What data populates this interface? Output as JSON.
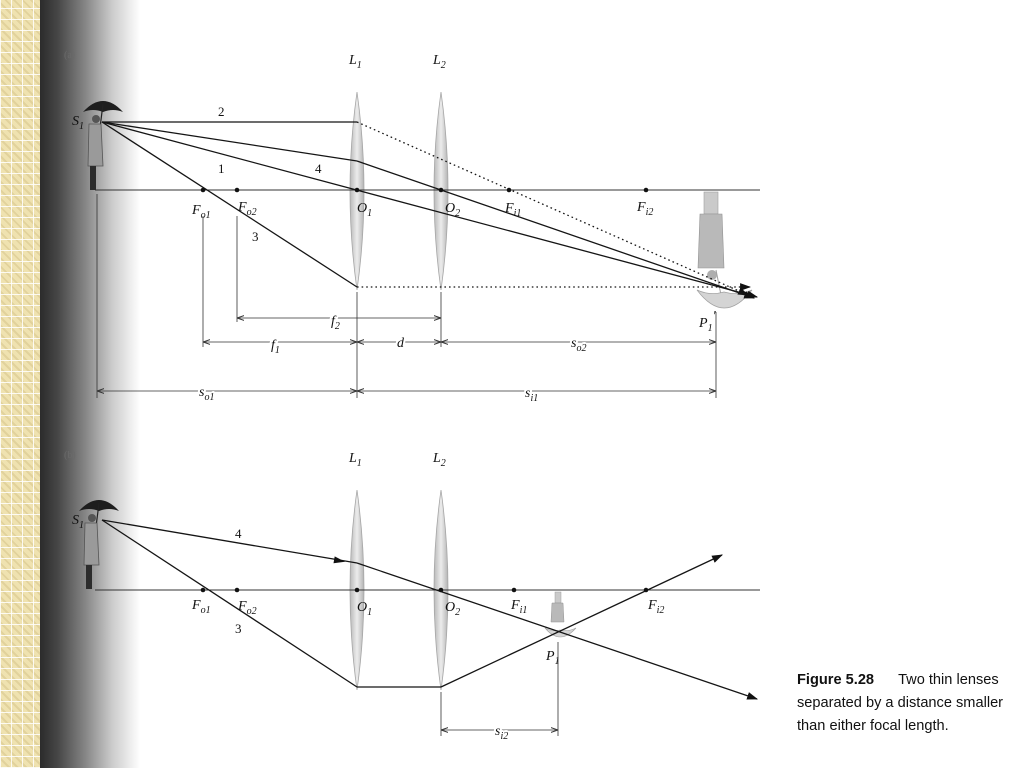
{
  "colors": {
    "accent_strip": "#efe2b0",
    "ink": "#111111",
    "lens": "#d6d6d6"
  },
  "slide": {
    "caption": {
      "figure_number": "Figure 5.28",
      "lines": [
        "Two thin lenses",
        "separated by a distance smaller",
        "than either focal length."
      ]
    }
  },
  "panel_a": {
    "panel_label": "(a)",
    "object_label": {
      "main": "S",
      "sub": "1"
    },
    "lenses": [
      {
        "main": "L",
        "sub": "1"
      },
      {
        "main": "L",
        "sub": "2"
      }
    ],
    "rays": {
      "r1": "1",
      "r2": "2",
      "r3": "3",
      "r4": "4"
    },
    "points": {
      "fo1": {
        "main": "F",
        "sub": "o1"
      },
      "fo2": {
        "main": "F",
        "sub": "o2"
      },
      "o1": {
        "main": "O",
        "sub": "1"
      },
      "o2": {
        "main": "O",
        "sub": "2"
      },
      "fi1": {
        "main": "F",
        "sub": "i1"
      },
      "fi2": {
        "main": "F",
        "sub": "i2"
      }
    },
    "image_label": {
      "main": "P",
      "sub": "1",
      "prime": "′"
    },
    "dimensions": {
      "f2": {
        "main": "f",
        "sub": "2"
      },
      "f1": {
        "main": "f",
        "sub": "1"
      },
      "d": {
        "main": "d"
      },
      "so2": {
        "main": "s",
        "sub": "o2"
      },
      "so1": {
        "main": "s",
        "sub": "o1"
      },
      "si1": {
        "main": "s",
        "sub": "i1"
      }
    }
  },
  "panel_b": {
    "panel_label": "(b)",
    "object_label": {
      "main": "S",
      "sub": "1"
    },
    "lenses": [
      {
        "main": "L",
        "sub": "1"
      },
      {
        "main": "L",
        "sub": "2"
      }
    ],
    "rays": {
      "r3": "3",
      "r4": "4"
    },
    "points": {
      "fo1": {
        "main": "F",
        "sub": "o1"
      },
      "fo2": {
        "main": "F",
        "sub": "o2"
      },
      "o1": {
        "main": "O",
        "sub": "1"
      },
      "o2": {
        "main": "O",
        "sub": "2"
      },
      "fi1": {
        "main": "F",
        "sub": "i1"
      },
      "fi2": {
        "main": "F",
        "sub": "i2"
      }
    },
    "image_label": {
      "main": "P",
      "sub": "1"
    },
    "dimensions": {
      "si2": {
        "main": "s",
        "sub": "i2"
      }
    }
  }
}
